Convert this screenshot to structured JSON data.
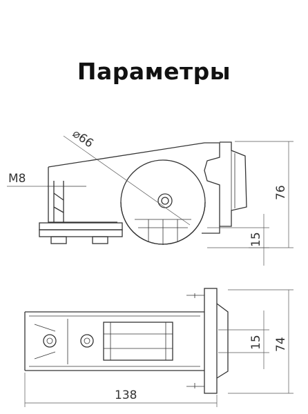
{
  "title": "Параметры",
  "dimensions": {
    "wheel_diameter": "⌀66",
    "thread": "M8",
    "height": "76",
    "wheel_offset": "15",
    "width": "74",
    "inner_offset": "15",
    "length": "138"
  }
}
